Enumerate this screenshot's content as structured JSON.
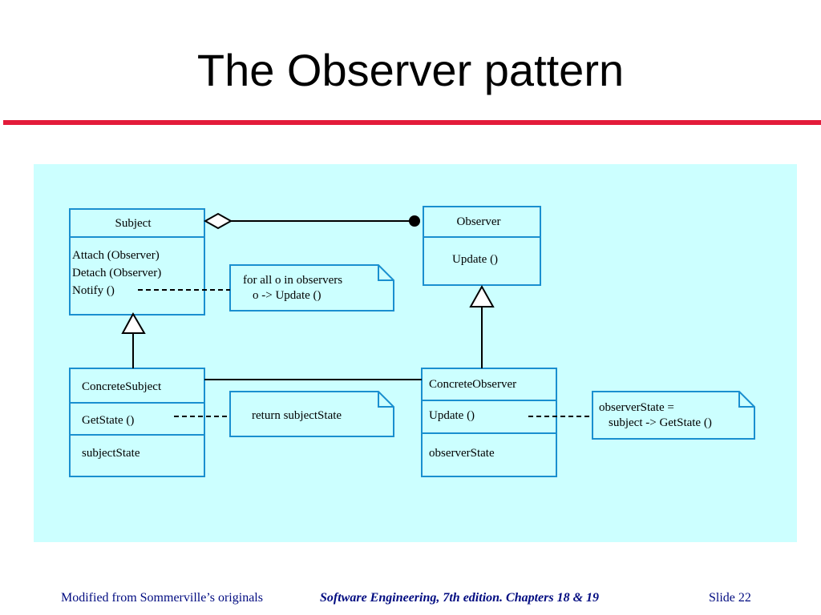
{
  "slide": {
    "title": "The Observer pattern",
    "accent_color": "#e31b3a",
    "panel_color": "#ccffff",
    "box_color": "#1a8fcf"
  },
  "diagram": {
    "subject": {
      "name": "Subject",
      "operations": [
        "Attach (Observer)",
        "Detach (Observer)",
        "Notify ()"
      ]
    },
    "observer": {
      "name": "Observer",
      "operations": [
        "Update ()"
      ]
    },
    "concrete_subject": {
      "name": "ConcreteSubject",
      "operations": [
        "GetState ()"
      ],
      "attributes": [
        "subjectState"
      ]
    },
    "concrete_observer": {
      "name": "ConcreteObserver",
      "operations": [
        "Update ()"
      ],
      "attributes": [
        "observerState"
      ]
    },
    "notes": {
      "notify": [
        "for all o in observers",
        "o -> Update ()"
      ],
      "get_state": [
        "return subjectState"
      ],
      "update": [
        "observerState =",
        "subject -> GetState ()"
      ]
    }
  },
  "footer": {
    "left": "Modified from Sommerville’s originals",
    "center": "Software Engineering, 7th edition. Chapters 18 & 19",
    "right": "Slide  22"
  }
}
